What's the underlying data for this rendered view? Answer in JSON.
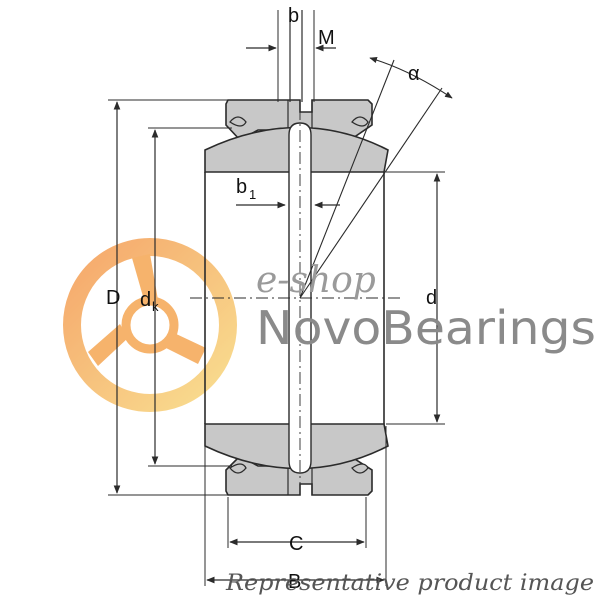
{
  "drawing": {
    "labels": {
      "b": "b",
      "M": "M",
      "alpha": "α",
      "b1_main": "b",
      "b1_sub": "1",
      "D": "D",
      "dk_main": "d",
      "dk_sub": "k",
      "d": "d",
      "C": "C",
      "B": "B"
    },
    "colors": {
      "outline": "#2b2b2b",
      "fill": "#c8c8c8",
      "logo_orange": "#f39a3c",
      "logo_yellow": "#f7d36b"
    }
  },
  "watermark": {
    "eshop": "e-shop",
    "brand": "NovoBearings",
    "logo_icon": "bearing-logo-icon"
  },
  "caption": "Representative product image"
}
